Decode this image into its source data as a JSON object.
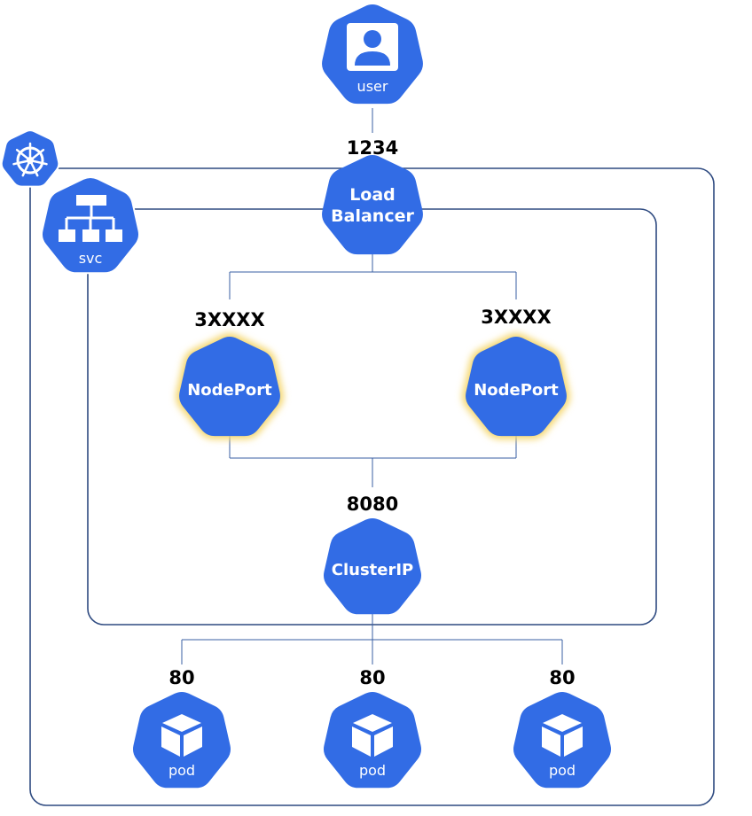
{
  "colors": {
    "node_blue": "#326ce5",
    "line_blue": "#3a5fa3",
    "frame_blue": "#2e4a80",
    "glow": "#f5d76e"
  },
  "icons": {
    "cluster": "kubernetes-helm-icon",
    "svc": "network-hierarchy-icon",
    "user": "user-icon",
    "pod": "cube-icon"
  },
  "user": {
    "label": "user"
  },
  "svc": {
    "label": "svc"
  },
  "load_balancer": {
    "line1": "Load",
    "line2": "Balancer",
    "port": "1234"
  },
  "nodeports": [
    {
      "label": "NodePort",
      "port": "3XXXX"
    },
    {
      "label": "NodePort",
      "port": "3XXXX"
    }
  ],
  "clusterip": {
    "label": "ClusterIP",
    "port": "8080"
  },
  "pods": [
    {
      "label": "pod",
      "port": "80"
    },
    {
      "label": "pod",
      "port": "80"
    },
    {
      "label": "pod",
      "port": "80"
    }
  ]
}
